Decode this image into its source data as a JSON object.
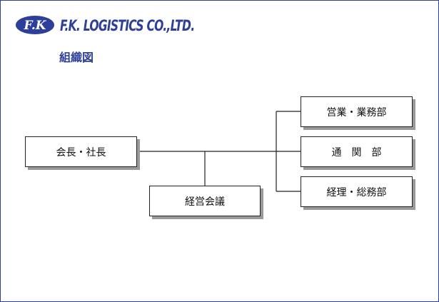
{
  "header": {
    "logo_text": "F.K",
    "company_name": "F.K. LOGISTICS CO.,LTD.",
    "heading": "組織図"
  },
  "org": {
    "top": "会長・社長",
    "council": "経営会議",
    "departments": [
      "営業・業務部",
      "通　関　部",
      "経理・総務部"
    ]
  },
  "colors": {
    "brand": "#2e3f99",
    "box_shadow": "#9a9a9a",
    "line": "#222222"
  }
}
